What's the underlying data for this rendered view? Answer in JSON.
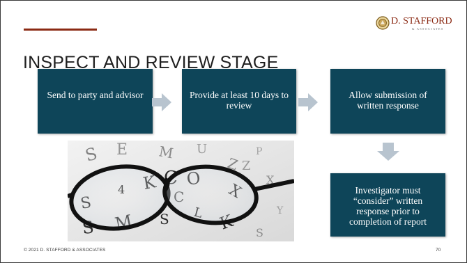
{
  "slide": {
    "title": "INSPECT AND REVIEW STAGE",
    "logo": {
      "name": "D. STAFFORD",
      "subtitle": "& ASSOCIATES"
    },
    "steps": [
      {
        "text": "Send to party and advisor"
      },
      {
        "text": "Provide at least 10 days to review"
      },
      {
        "text": "Allow submission of written response"
      },
      {
        "text": "Investigator must “consider” written response prior to completion of report"
      }
    ],
    "photo": {
      "letters": [
        "S",
        "E",
        "M",
        "U",
        "C",
        "Z",
        "K",
        "C",
        "O",
        "S",
        "4",
        "X",
        "S",
        "L",
        "Z",
        "M",
        "S",
        "K",
        "X",
        "Y",
        "P",
        "S"
      ]
    },
    "footer": "© 2021 D. STAFFORD & ASSOCIATES",
    "page_number": "70"
  },
  "colors": {
    "step_fill": "#0e4559",
    "arrow_fill": "#b8c4cf",
    "accent": "#8b2a14"
  }
}
